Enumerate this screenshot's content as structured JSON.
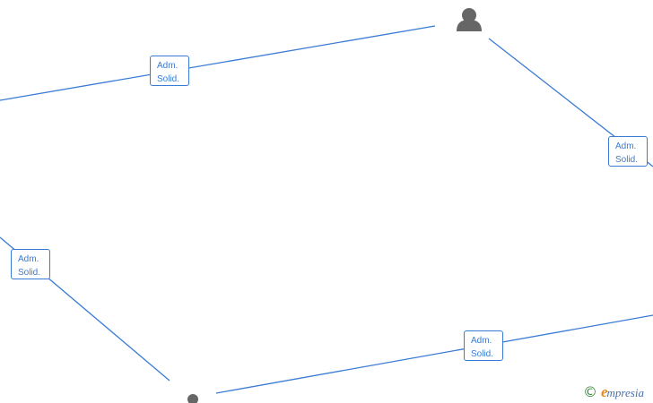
{
  "edges": [
    {
      "label_line1": "Adm.",
      "label_line2": "Solid."
    },
    {
      "label_line1": "Adm.",
      "label_line2": "Solid."
    },
    {
      "label_line1": "Adm.",
      "label_line2": "Solid."
    },
    {
      "label_line1": "Adm.",
      "label_line2": "Solid."
    }
  ],
  "nodes": [
    {
      "icon": "person-icon"
    },
    {
      "icon": "person-icon"
    }
  ],
  "watermark": {
    "symbol": "©",
    "brand_initial": "e",
    "brand_rest": "mpresia"
  },
  "colors": {
    "edge": "#3a7bd5",
    "node": "#666666",
    "brand_orange": "#e8891d",
    "copyright_green": "#3f8a3f"
  }
}
